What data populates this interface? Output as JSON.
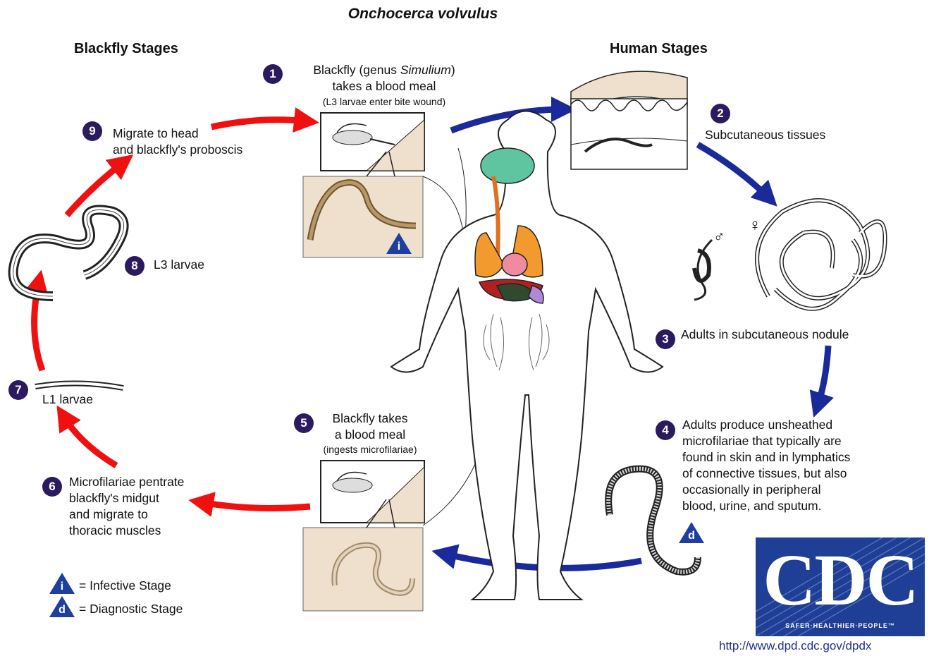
{
  "title": "Onchocerca volvulus",
  "blackfly_stages_label": "Blackfly Stages",
  "human_stages_label": "Human Stages",
  "steps": [
    {
      "num": "1",
      "line1_pre": "Blackfly (genus ",
      "line1_italic": "Simulium",
      "line1_post": ")",
      "line2": "takes a blood meal",
      "note": "(L3 larvae enter bite wound)"
    },
    {
      "num": "2",
      "text": "Subcutaneous tissues"
    },
    {
      "num": "3",
      "text": "Adults in subcutaneous nodule"
    },
    {
      "num": "4",
      "lines": [
        "Adults produce unsheathed",
        "microfilariae that typically are",
        "found in skin and in lymphatics",
        "of connective tissues,  but also",
        "occasionally in peripheral",
        "blood, urine, and sputum."
      ]
    },
    {
      "num": "5",
      "line1": "Blackfly takes",
      "line2": "a blood meal",
      "note": "(ingests microfilariae)"
    },
    {
      "num": "6",
      "lines": [
        "Microfilariae pentrate",
        "blackfly's midgut",
        "and migrate to",
        "thoracic muscles"
      ]
    },
    {
      "num": "7",
      "text": "L1 larvae"
    },
    {
      "num": "8",
      "text": "L3 larvae"
    },
    {
      "num": "9",
      "lines": [
        "Migrate to head",
        "and blackfly's proboscis"
      ]
    }
  ],
  "sex_symbols": {
    "male": "♂",
    "female": "♀"
  },
  "legend": [
    {
      "symbol": "i",
      "text": "= Infective Stage"
    },
    {
      "symbol": "d",
      "text": "= Diagnostic Stage"
    }
  ],
  "logo": {
    "text": "CDC",
    "tagline": "SAFER·HEALTHIER·PEOPLE™"
  },
  "url": "http://www.dpd.cdc.gov/dpdx",
  "colors": {
    "badge": "#2b1a5e",
    "blue_arrow": "#1a2a9a",
    "red_arrow": "#f01010",
    "panel": "#eee0cc",
    "cdc_blue": "#1f3f96"
  }
}
